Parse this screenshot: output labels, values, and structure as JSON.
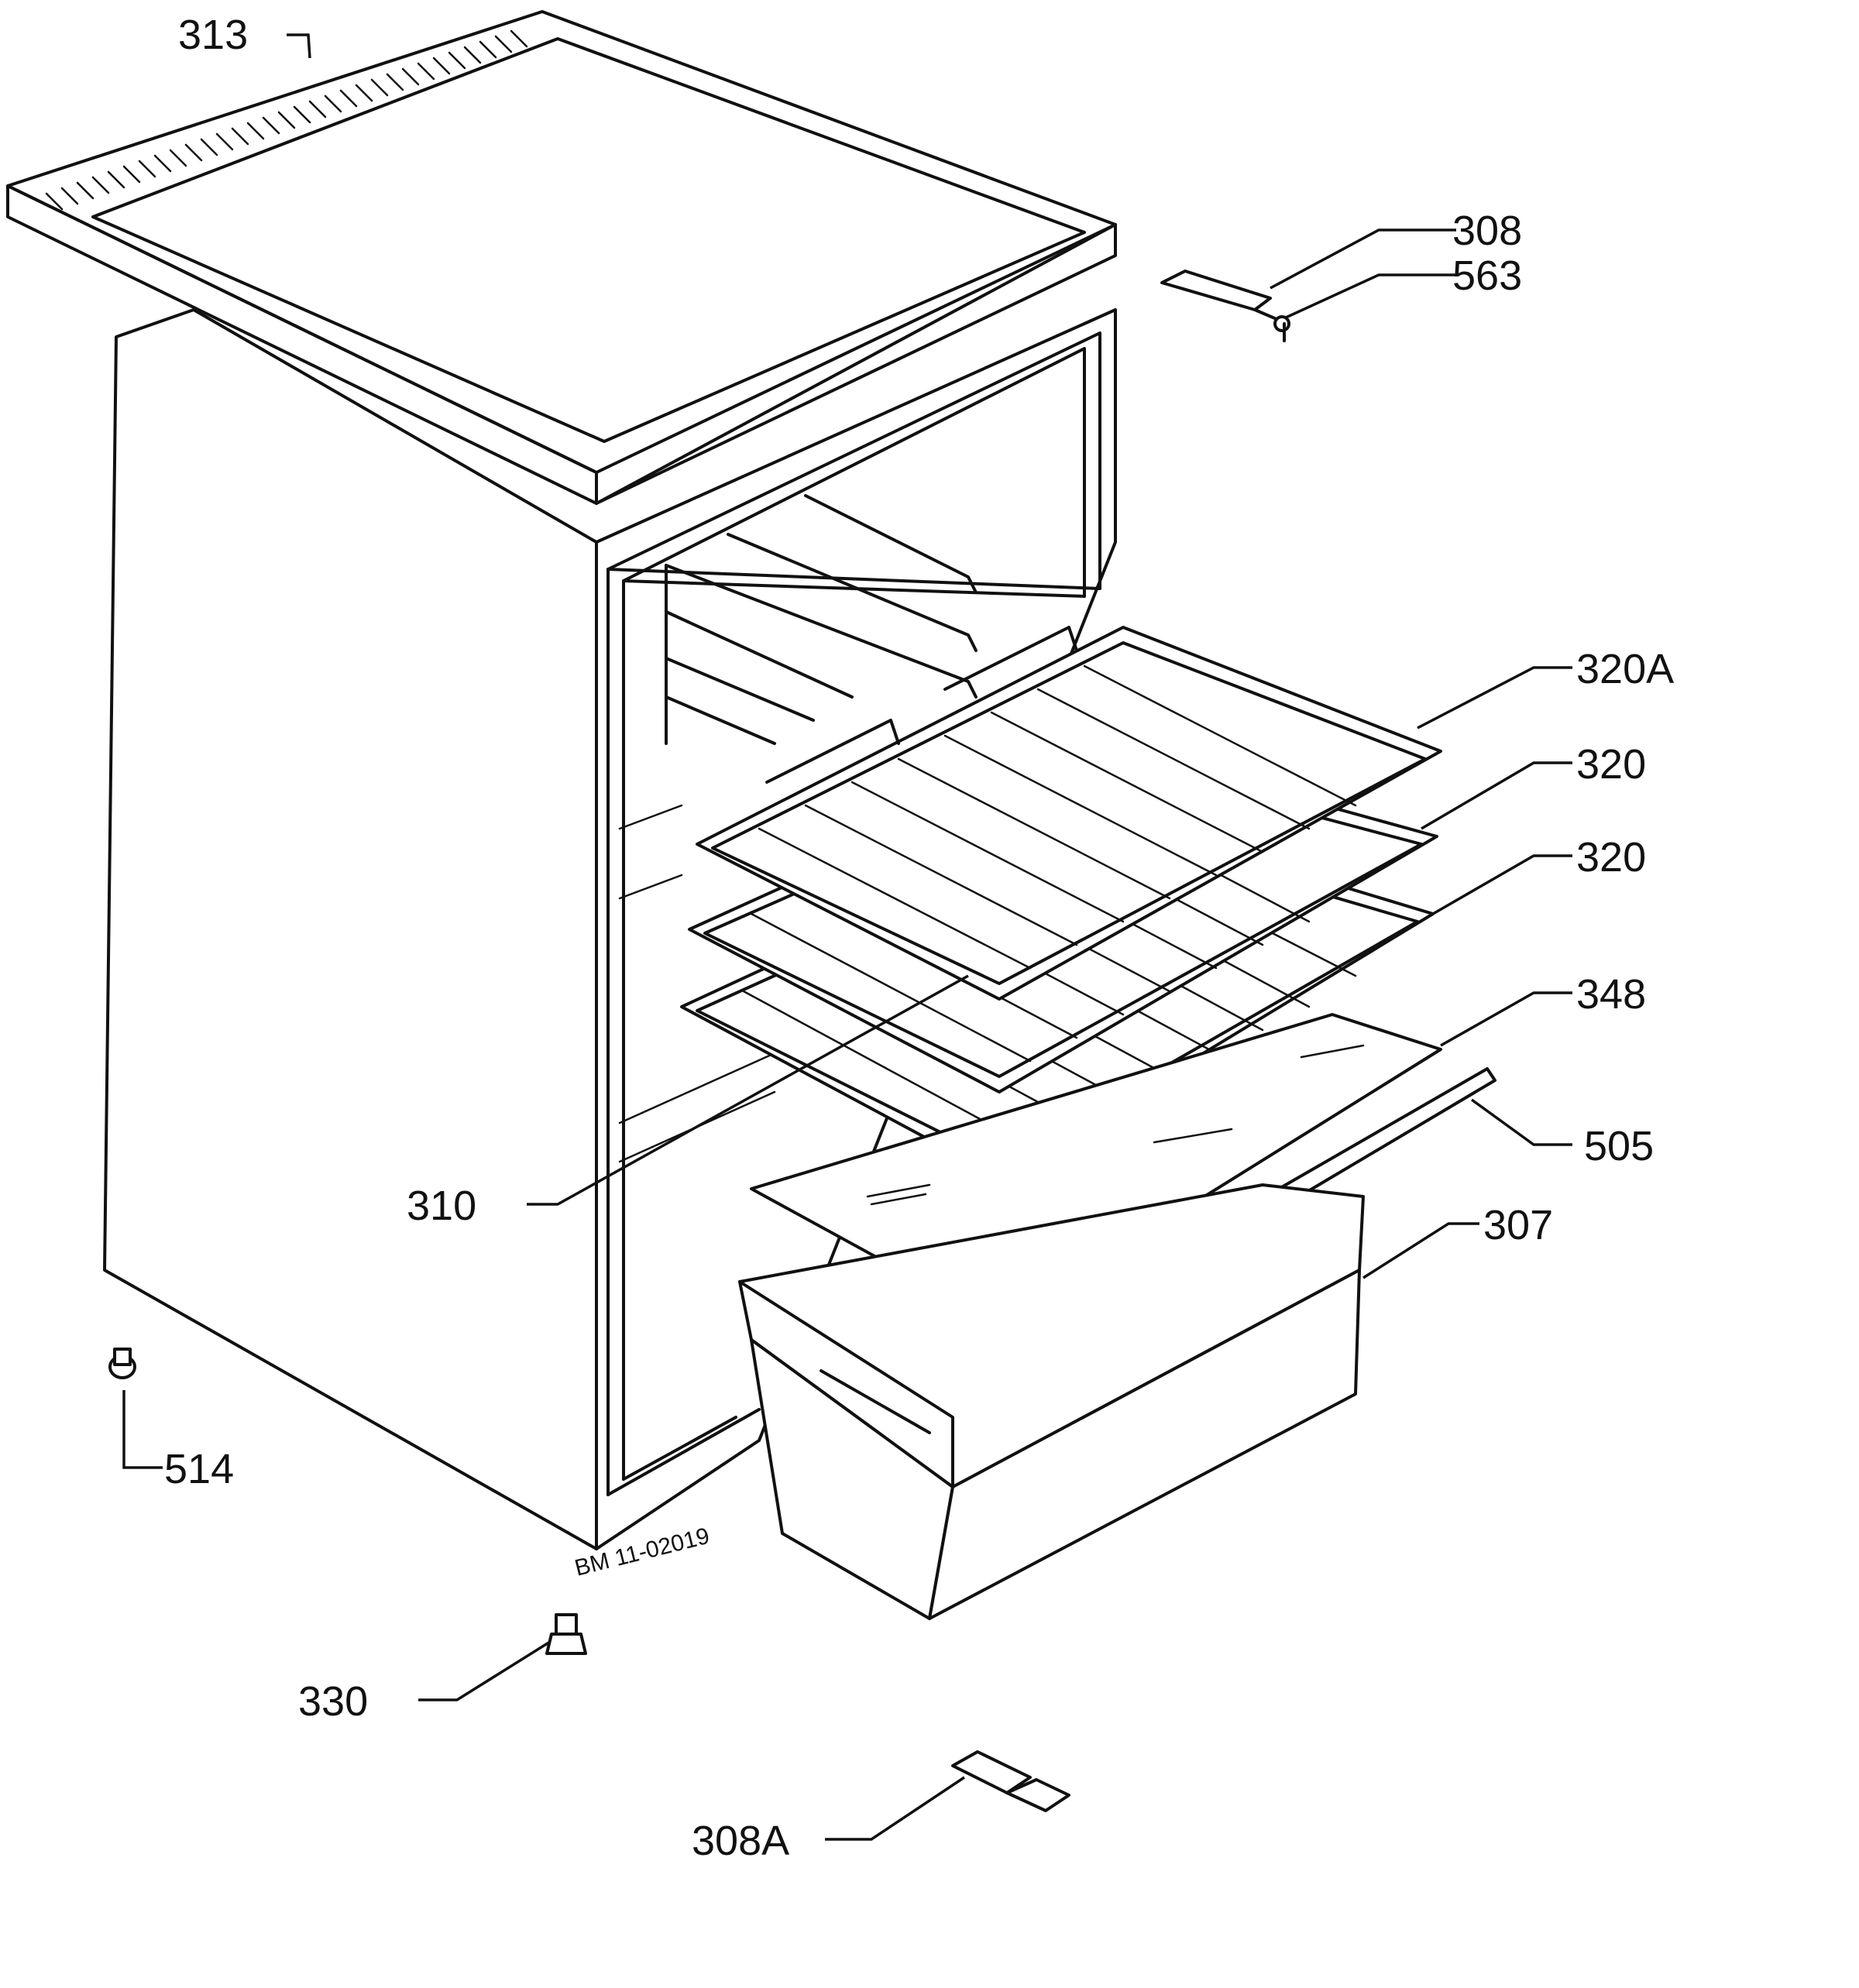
{
  "labels": {
    "p313": "313",
    "p308": "308",
    "p563": "563",
    "p320a": "320A",
    "p320_upper": "320",
    "p320_lower": "320",
    "p348": "348",
    "p505": "505",
    "p307": "307",
    "p310": "310",
    "p514": "514",
    "p330": "330",
    "p308a": "308A"
  },
  "drawing_code": "BM 11-02019"
}
